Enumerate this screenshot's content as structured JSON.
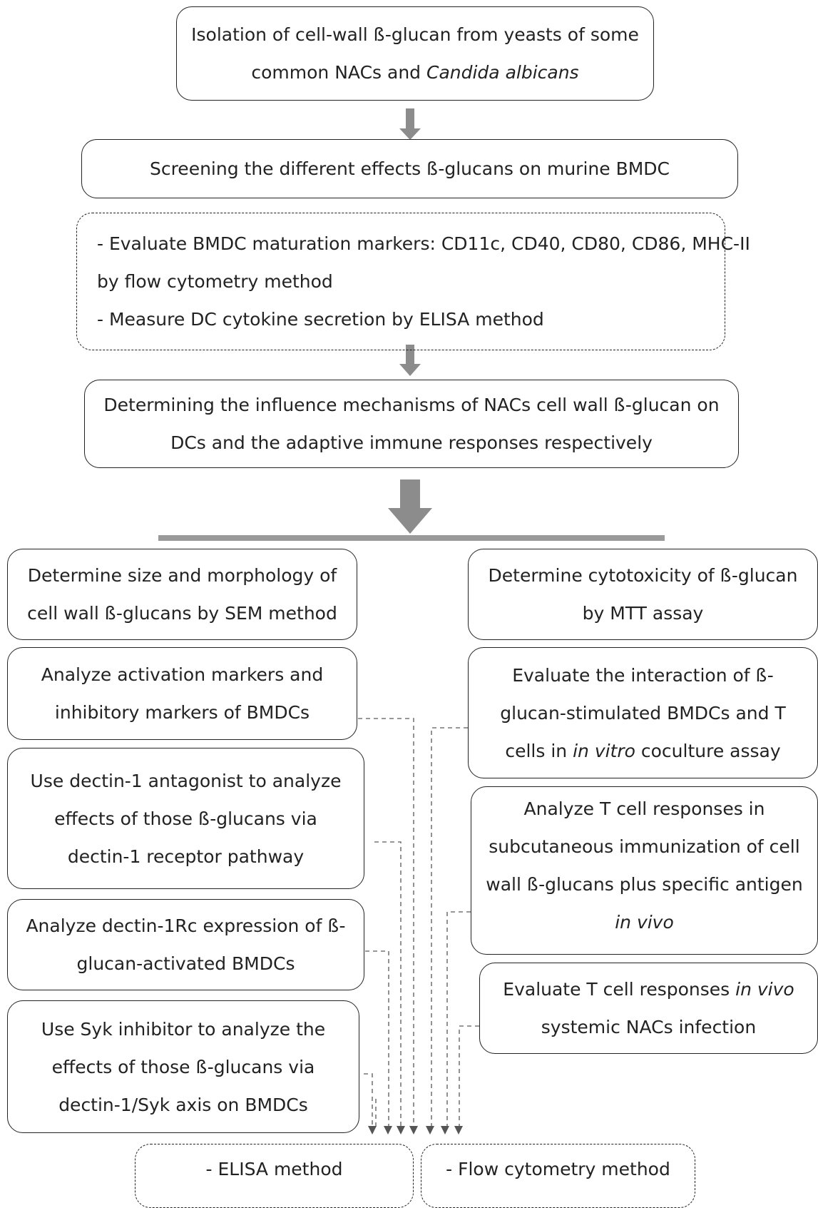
{
  "top": {
    "isolation": [
      "Isolation of cell-wall ß-glucan from yeasts of some",
      "common NACs and ",
      "Candida albicans"
    ],
    "screening": "Screening the different effects ß-glucans on murine BMDC",
    "evaluate_lines": [
      "- Evaluate BMDC maturation markers: CD11c, CD40, CD80, CD86, MHC-II",
      "by flow cytometry method",
      "- Measure DC cytokine secretion by ELISA method"
    ],
    "determining_lines": [
      "Determining the influence mechanisms of NACs cell wall ß-glucan on",
      "DCs and the adaptive immune responses respectively"
    ]
  },
  "left": [
    {
      "lines": [
        "Determine size and morphology of",
        "cell wall ß-glucans by SEM method"
      ]
    },
    {
      "lines": [
        "Analyze activation markers and",
        "inhibitory markers of BMDCs"
      ]
    },
    {
      "lines": [
        "Use dectin-1 antagonist to analyze",
        "effects of those ß-glucans via",
        "dectin-1 receptor pathway"
      ]
    },
    {
      "lines": [
        "Analyze dectin-1Rc expression of ß-",
        "glucan-activated BMDCs"
      ]
    },
    {
      "lines": [
        "Use Syk inhibitor to analyze the",
        "effects of those ß-glucans via",
        "dectin-1/Syk axis on BMDCs"
      ]
    }
  ],
  "right": {
    "cytotoxicity": [
      "Determine cytotoxicity of ß-glucan",
      "by MTT assay"
    ],
    "interaction": [
      "Evaluate the interaction of ß-",
      "glucan-stimulated BMDCs and T",
      "cells in ",
      "in vitro",
      " coculture assay"
    ],
    "tcell": [
      "Analyze T cell responses in",
      "subcutaneous immunization of cell",
      "wall ß-glucans plus specific antigen",
      "in vivo"
    ],
    "evaluate_tcell": [
      "Evaluate T cell responses ",
      "in vivo",
      "systemic NACs infection"
    ]
  },
  "bottom": {
    "elisa": "- ELISA method",
    "flow": "- Flow cytometry method"
  }
}
